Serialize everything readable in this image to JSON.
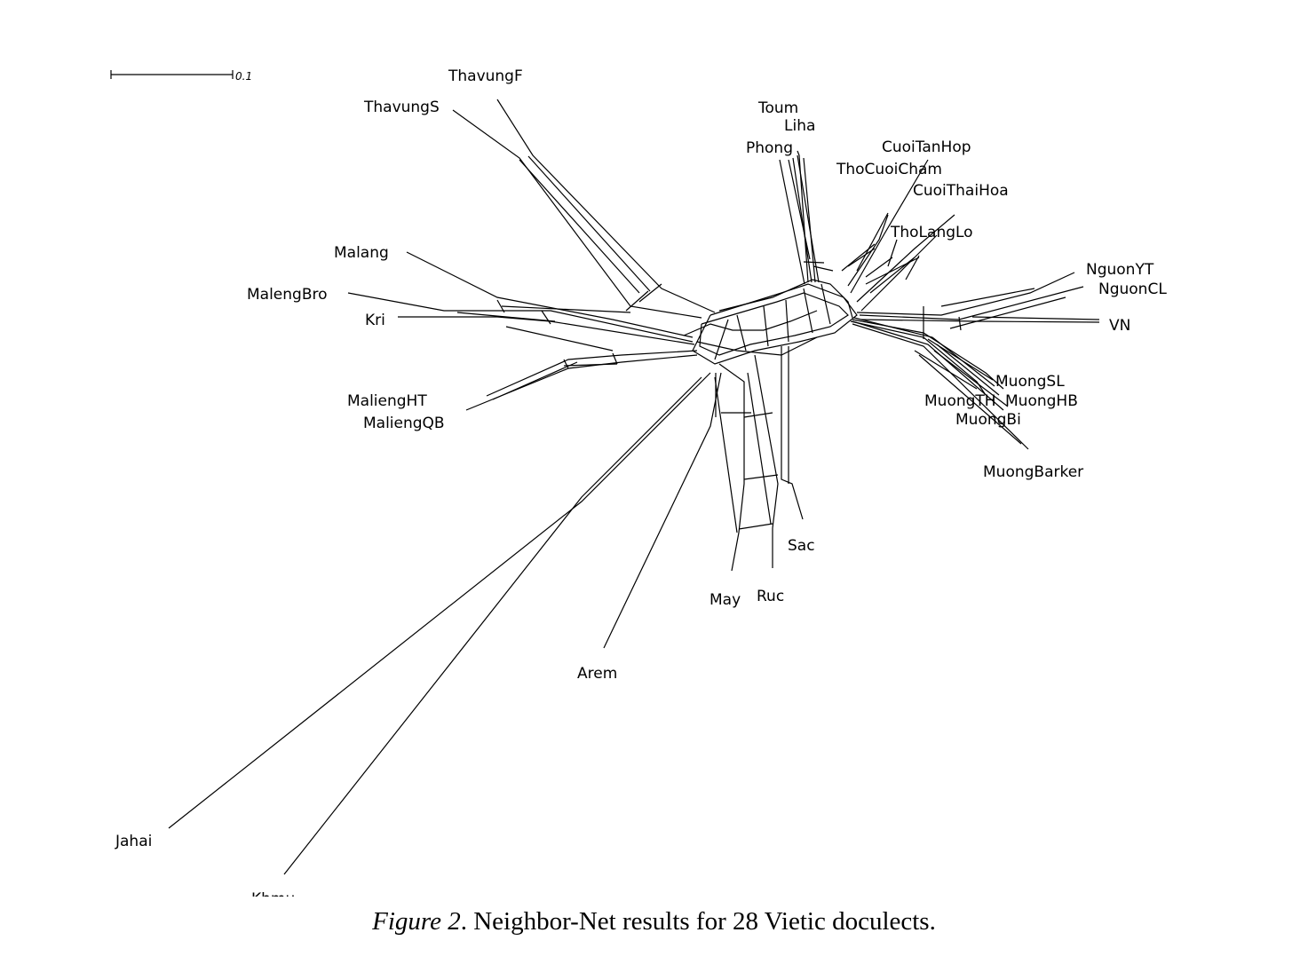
{
  "figure": {
    "scale_bar_label": "0.1",
    "caption_label": "Figure 2",
    "caption_text": ". Neighbor-Net results for 28 Vietic doculects."
  },
  "taxa": [
    "ThavungF",
    "ThavungS",
    "Toum",
    "Liha",
    "Phong",
    "CuoiTanHop",
    "ThoCuoiCham",
    "CuoiThaiHoa",
    "ThoLangLo",
    "Malang",
    "MalengBro",
    "Kri",
    "NguonYT",
    "NguonCL",
    "VN",
    "MaliengHT",
    "MaliengQB",
    "MuongSL",
    "MuongTH",
    "MuongHB",
    "MuongBi",
    "MuongBarker",
    "Sac",
    "May",
    "Ruc",
    "Arem",
    "Jahai",
    "Khmu"
  ]
}
